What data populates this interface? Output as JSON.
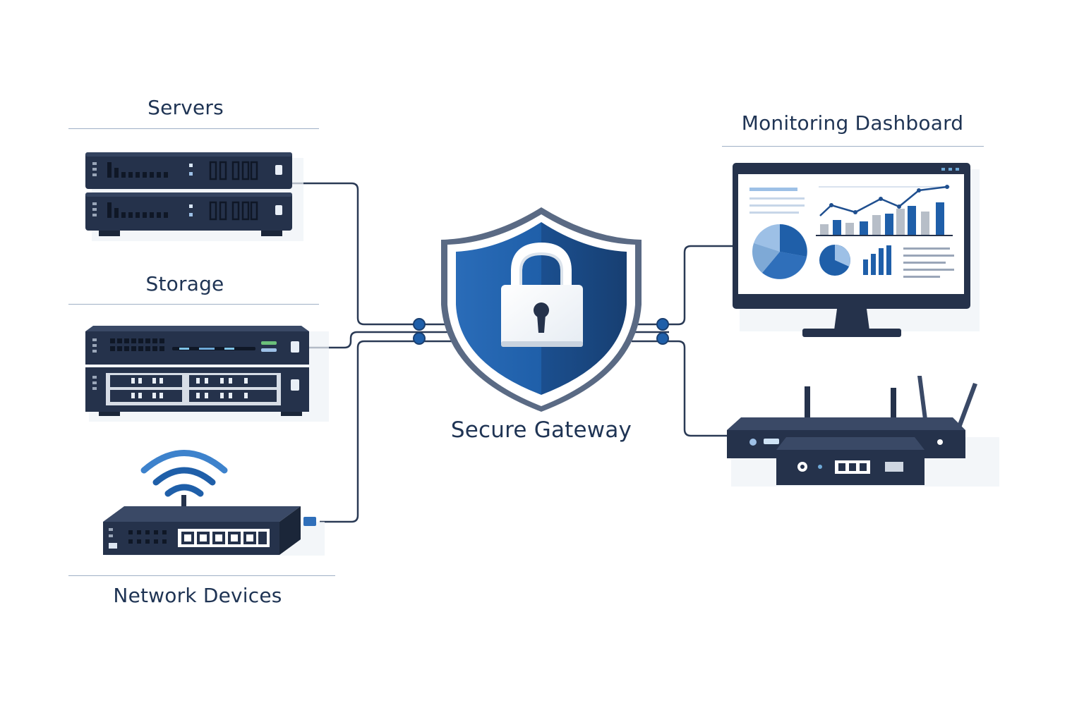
{
  "groups": {
    "servers": {
      "title": "Servers"
    },
    "storage": {
      "title": "Storage"
    },
    "network_devices": {
      "title": "Network Devices"
    },
    "gateway": {
      "title": "Secure Gateway"
    },
    "monitoring": {
      "title": "Monitoring Dashboard"
    }
  },
  "colors": {
    "navy": "#25324b",
    "navy_dark": "#1b2639",
    "blue": "#1f5fa9",
    "blue_dark": "#164a8a",
    "light_blue": "#9dc0e6",
    "gray": "#b7bec8",
    "line": "#2a3a55",
    "text": "#1f3454"
  },
  "icons": [
    "server-icon",
    "storage-icon",
    "switch-icon",
    "wifi-icon",
    "shield-icon",
    "lock-icon",
    "monitor-icon",
    "router-icon"
  ]
}
